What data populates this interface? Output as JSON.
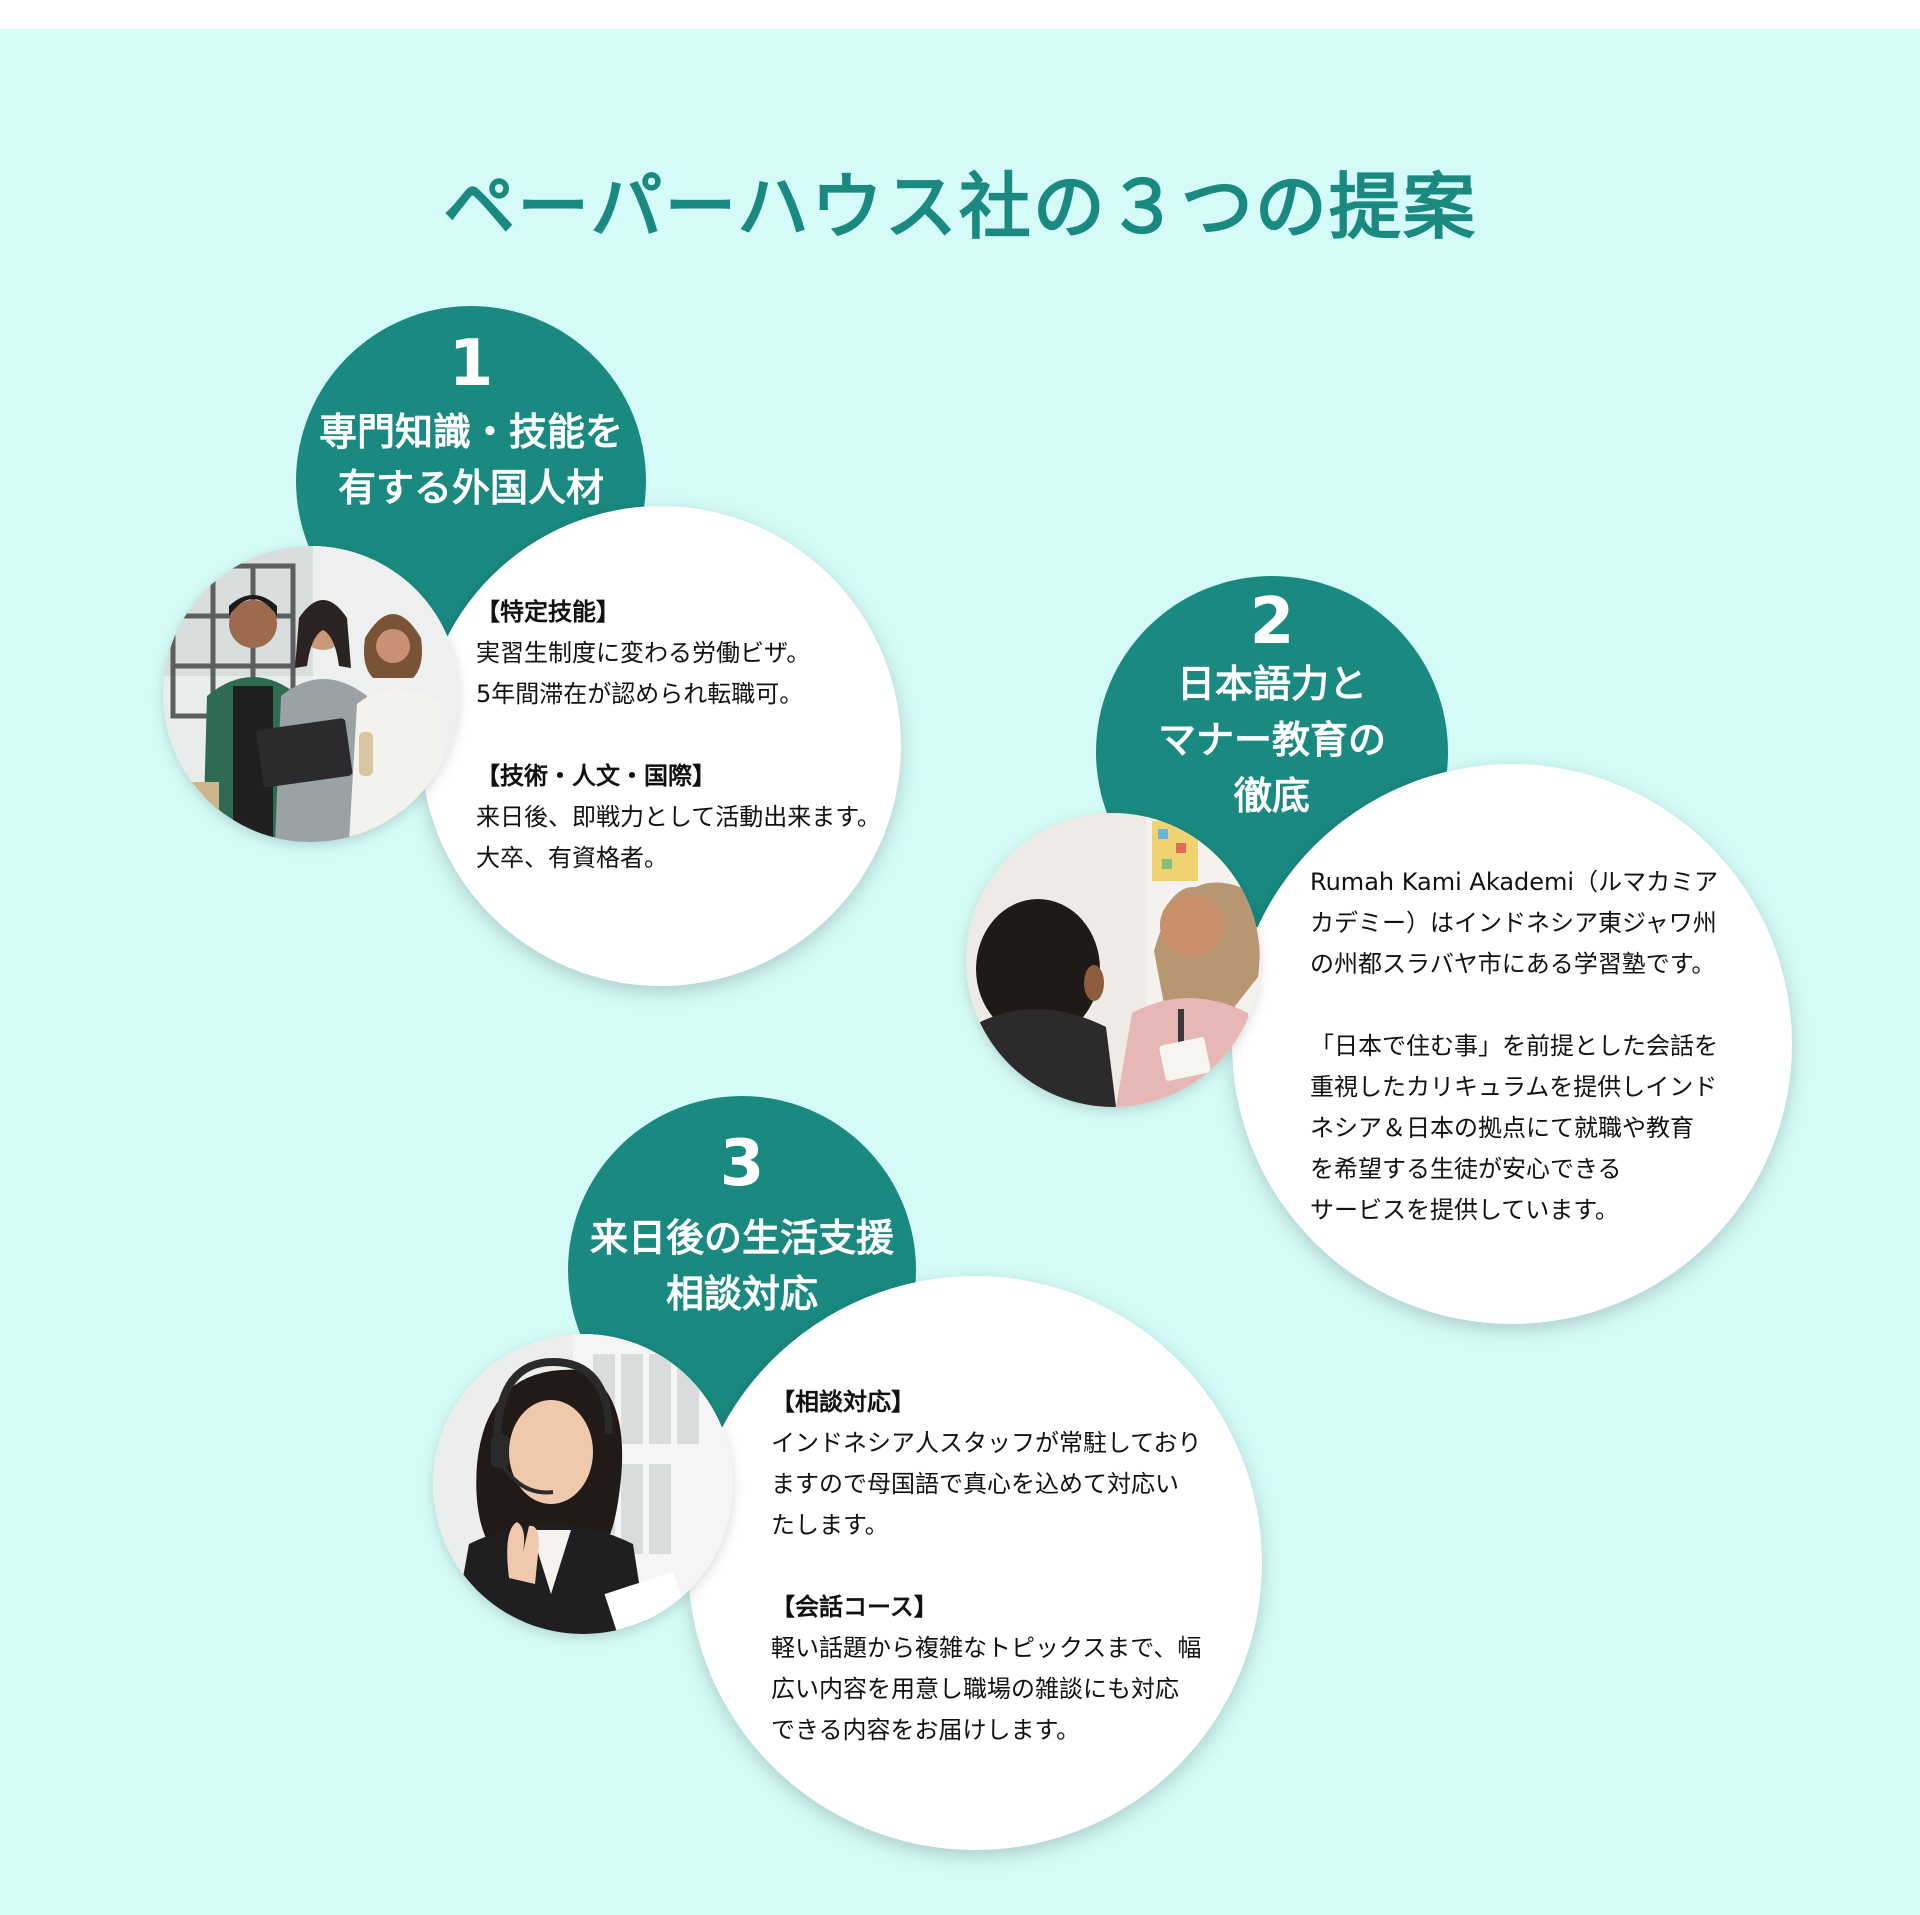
{
  "title": "ペーパーハウス社の３つの提案",
  "proposals": [
    {
      "number": "1",
      "heading": [
        "専門知識・技能を",
        "有する外国人材"
      ],
      "photo": "students-with-laptop-photo",
      "sections": [
        {
          "label": "【特定技能】",
          "lines": [
            "実習生制度に変わる労働ビザ。",
            "5年間滞在が認められ転職可。"
          ]
        },
        {
          "label": "【技術・人文・国際】",
          "lines": [
            "来日後、即戦力として活動出来ます。",
            "大卒、有資格者。"
          ]
        }
      ]
    },
    {
      "number": "2",
      "heading": [
        "日本語力と",
        "マナー教育の",
        "徹底"
      ],
      "photo": "tutor-and-student-photo",
      "paragraphs": [
        [
          "Rumah Kami Akademi（ルマカミア",
          "カデミー）はインドネシア東ジャワ州",
          "の州都スラバヤ市にある学習塾です。"
        ],
        [
          "「日本で住む事」を前提とした会話を",
          "重視したカリキュラムを提供しインド",
          "ネシア＆日本の拠点にて就職や教育",
          "を希望する生徒が安心できる",
          "サービスを提供しています。"
        ]
      ]
    },
    {
      "number": "3",
      "heading": [
        "来日後の生活支援",
        "相談対応"
      ],
      "photo": "support-staff-headset-photo",
      "sections": [
        {
          "label": "【相談対応】",
          "lines": [
            "インドネシア人スタッフが常駐しており",
            "ますので母国語で真心を込めて対応い",
            "たします。"
          ]
        },
        {
          "label": "【会話コース】",
          "lines": [
            "軽い話題から複雑なトピックスまで、幅",
            "広い内容を用意し職場の雑談にも対応",
            "できる内容をお届けします。"
          ]
        }
      ]
    }
  ],
  "colors": {
    "background": "#d4fbf7",
    "accent": "#1a8a80",
    "card": "#ffffff",
    "text": "#111111"
  }
}
